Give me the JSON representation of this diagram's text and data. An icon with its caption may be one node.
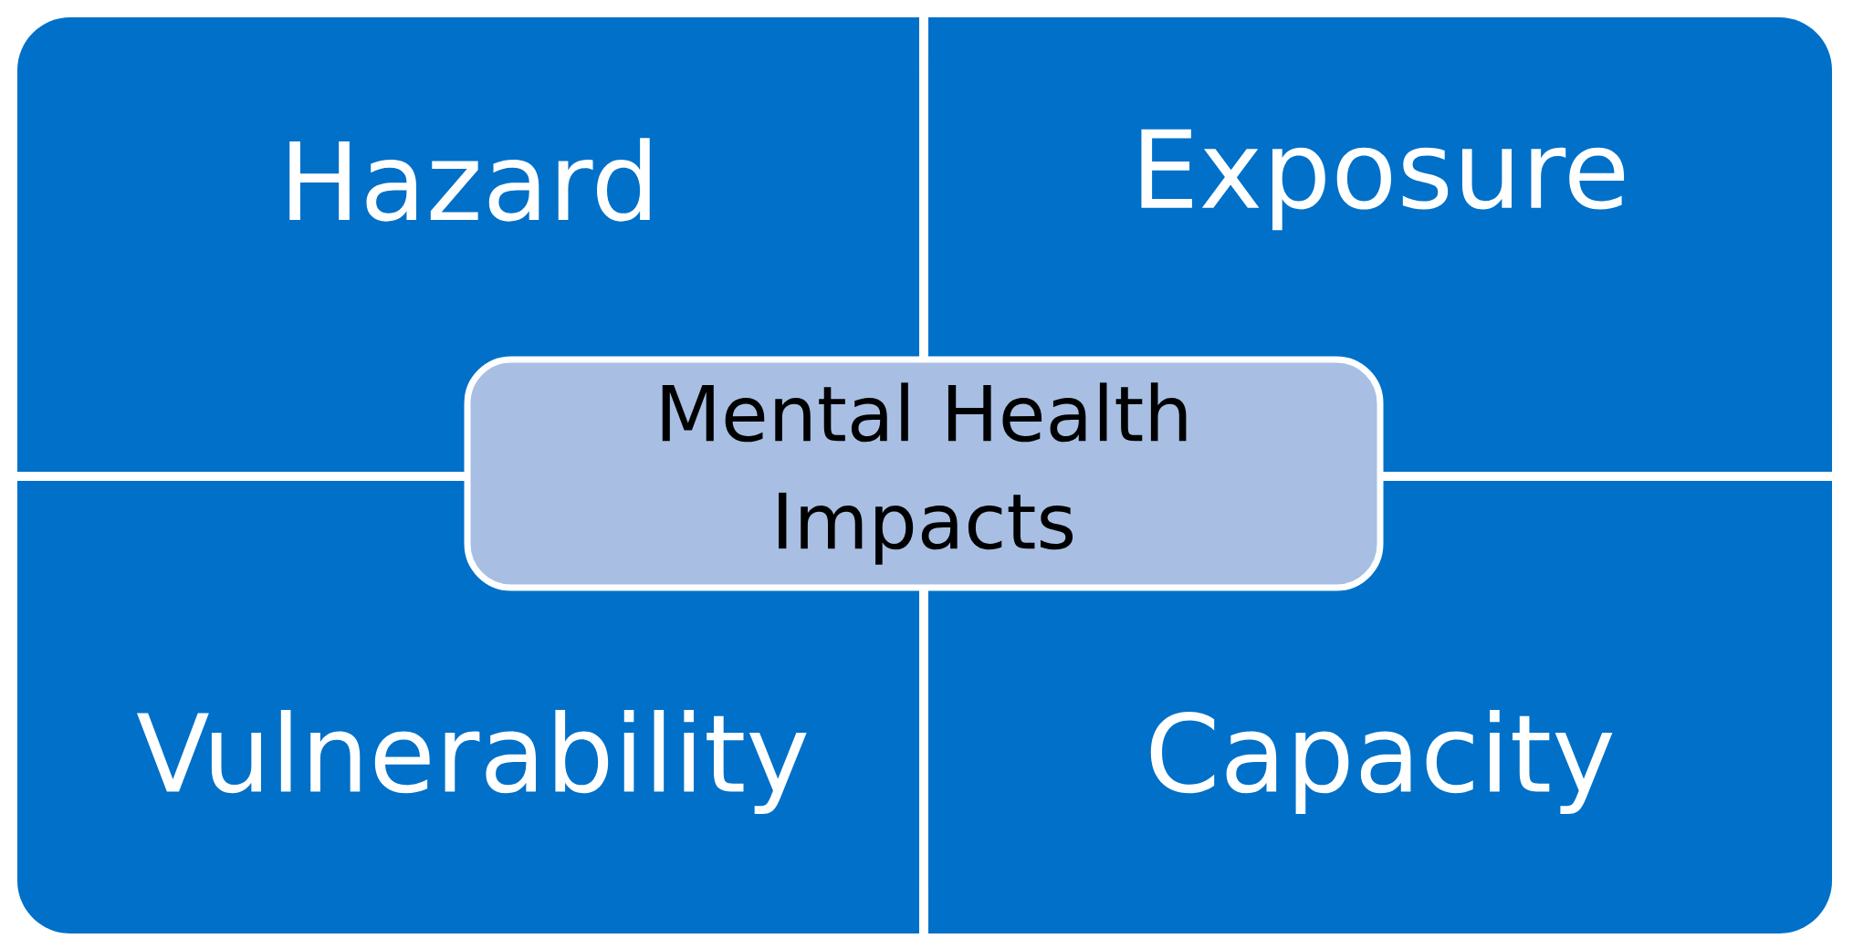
{
  "diagram": {
    "nodes": [
      {
        "text": [
          "Hazard"
        ]
      },
      {
        "text": [
          "Exposure"
        ]
      },
      {
        "text": [
          "Vulnerability"
        ]
      },
      {
        "text": [
          "Capacity"
        ]
      },
      {
        "text": [
          "Mental Health Impacts"
        ]
      }
    ]
  }
}
